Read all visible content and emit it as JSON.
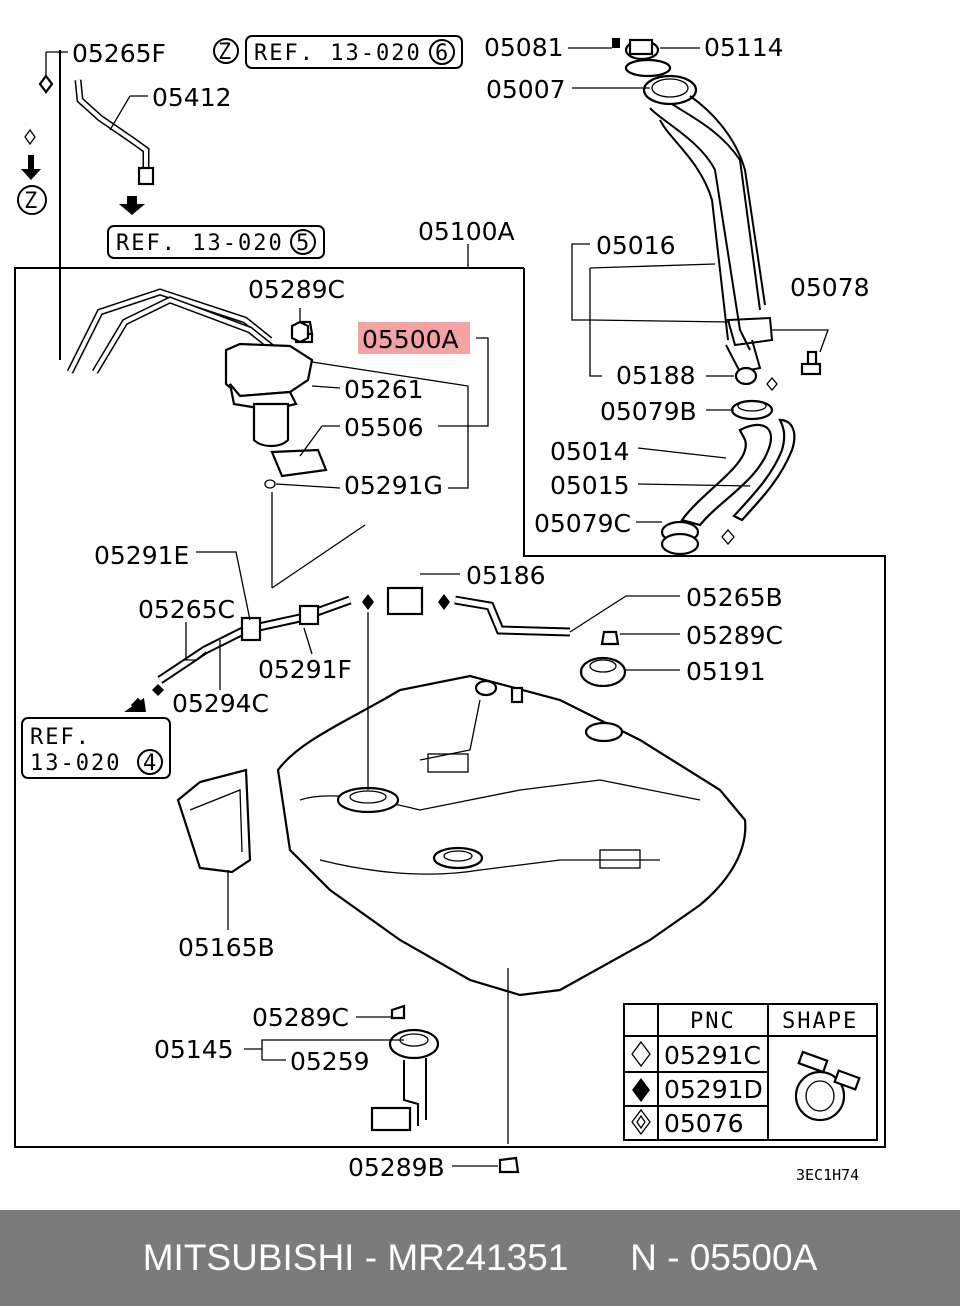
{
  "labels": {
    "p05265F": "05265F",
    "p05412": "05412",
    "ref_z": "Z",
    "ref_top": "REF. 13-020",
    "ref_top_num": "6",
    "ref_mid": "REF. 13-020",
    "ref_mid_num": "5",
    "ref_left_a": "REF.",
    "ref_left_b": "13-020",
    "ref_left_num": "4",
    "z_circle": "Z",
    "p05081": "05081",
    "p05114": "05114",
    "p05007": "05007",
    "p05100A": "05100A",
    "p05016": "05016",
    "p05078": "05078",
    "p05289C_a": "05289C",
    "p05500A": "05500A",
    "p05261": "05261",
    "p05506": "05506",
    "p05291G": "05291G",
    "p05188": "05188",
    "p05079B": "05079B",
    "p05014": "05014",
    "p05015": "05015",
    "p05079C": "05079C",
    "p05291E": "05291E",
    "p05186": "05186",
    "p05265C": "05265C",
    "p05265B": "05265B",
    "p05289C_b": "05289C",
    "p05291F": "05291F",
    "p05191": "05191",
    "p05294C": "05294C",
    "p05165B": "05165B",
    "p05289C_c": "05289C",
    "p05145": "05145",
    "p05259": "05259",
    "p05289B": "05289B",
    "code": "3EC1H74"
  },
  "legend": {
    "header_pnc": "PNC",
    "header_shape": "SHAPE",
    "rows": [
      "05291C",
      "05291D",
      "05076"
    ]
  },
  "footer": {
    "brand": "MITSUBISHI",
    "sep1": " - ",
    "part_number": "MR241351",
    "gap": "      ",
    "n_label": "N",
    "sep2": " - ",
    "pnc": "05500A"
  },
  "colors": {
    "highlight": "#f4a3a3",
    "footer_bg": "#7b7b7b"
  }
}
